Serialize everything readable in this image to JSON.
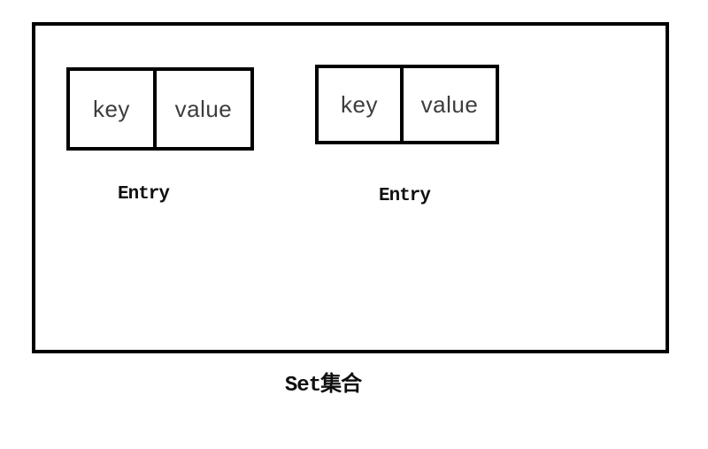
{
  "diagram": {
    "set_label": "Set集合",
    "entries": [
      {
        "key": "key",
        "value": "value",
        "label": "Entry"
      },
      {
        "key": "key",
        "value": "value",
        "label": "Entry"
      }
    ]
  },
  "colors": {
    "line": "#000000",
    "cell-text": "#3d3d3d",
    "caption-text": "#101010",
    "background": "#ffffff"
  }
}
